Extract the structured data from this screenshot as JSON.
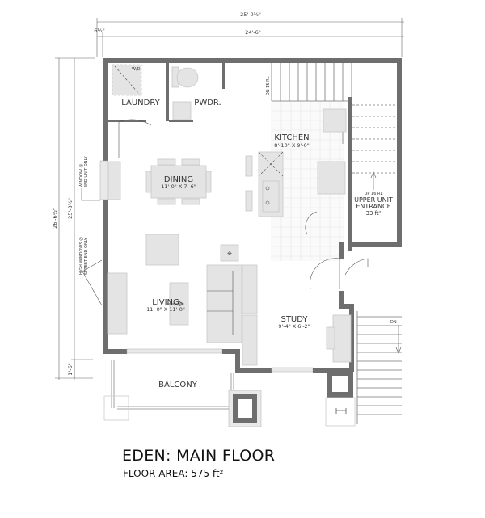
{
  "title": "EDEN: MAIN FLOOR",
  "floor_area": "FLOOR AREA: 575 ft²",
  "dimensions": {
    "overall_width": "25'-0½\"",
    "inner_width": "24'-6\"",
    "offset": "6½\"",
    "overall_depth": "26'-6½\"",
    "inner_depth": "25'-0½\"",
    "balcony_offset": "1'-6\""
  },
  "notes": {
    "window_end_unit_1": "WINDOW @",
    "window_end_unit_2": "END UNIT ONLY",
    "high_windows_1": "HIGH WINDOWS @",
    "high_windows_2": "STREET END ONLY"
  },
  "rooms": {
    "laundry": {
      "name": "LAUNDRY",
      "appliance": "W/D"
    },
    "powder": {
      "name": "PWDR."
    },
    "kitchen": {
      "name": "KITCHEN",
      "size": "8'-10\" X 9'-0\""
    },
    "dining": {
      "name": "DINING",
      "size": "11'-0\" X 7'-6\""
    },
    "living": {
      "name": "LIVING",
      "size": "11'-0\" X 11'-0\""
    },
    "study": {
      "name": "STUDY",
      "size": "9'-4\" X 6'-2\""
    },
    "balcony": {
      "name": "BALCONY"
    },
    "upper_entrance": {
      "name1": "UPPER UNIT",
      "name2": "ENTRANCE",
      "area": "33 ft²"
    }
  },
  "stairs": {
    "down_main": "DN 15 RL",
    "up_upper": "UP 16 RL",
    "down_exterior": "DN"
  },
  "colors": {
    "wall": "#6e6e6e",
    "furniture": "#e4e4e4",
    "text": "#333333"
  }
}
